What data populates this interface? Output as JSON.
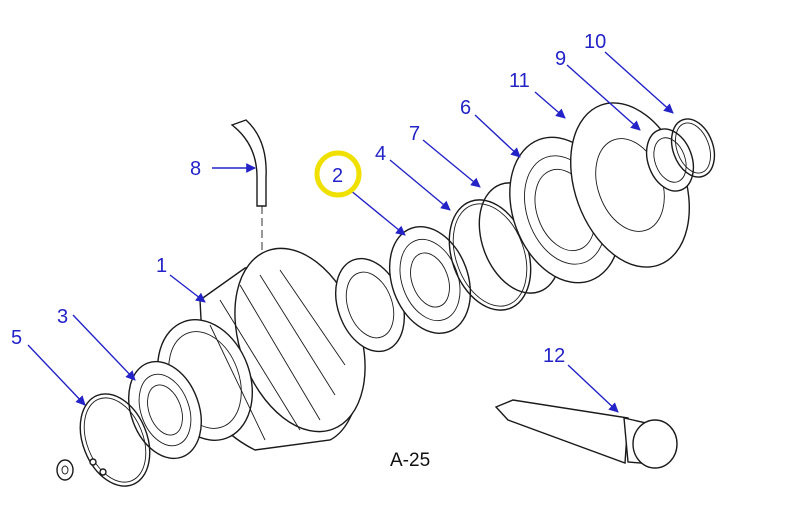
{
  "figure_label": "A-25",
  "callouts": {
    "c1": "1",
    "c2": "2",
    "c3": "3",
    "c4": "4",
    "c5": "5",
    "c6": "6",
    "c7": "7",
    "c8": "8",
    "c9": "9",
    "c10": "10",
    "c11": "11",
    "c12": "12"
  },
  "colors": {
    "callout": "#2323c8",
    "highlight": "#f0e000",
    "line": "#1a1a1a"
  }
}
